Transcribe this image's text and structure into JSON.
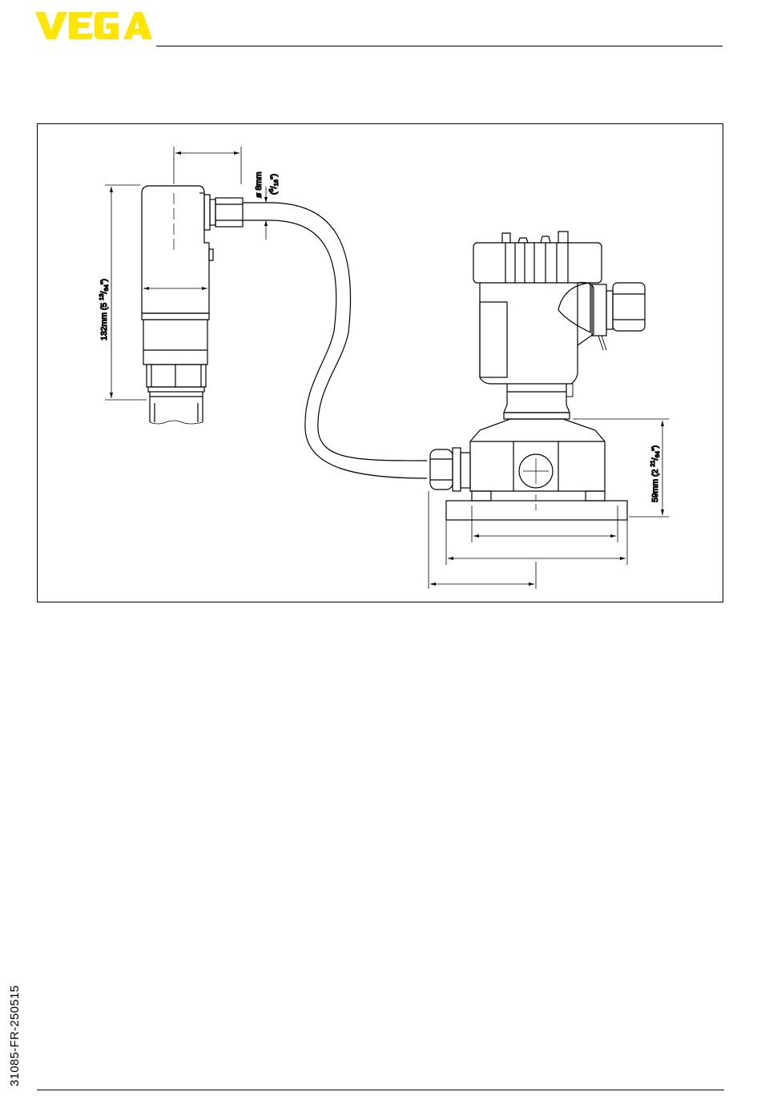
{
  "header": {
    "logo_text": "VEGA",
    "brand_color": "#FFE500"
  },
  "drawing": {
    "dim_height_sensor": "132mm (5 13/64\")",
    "dim_height_sensor_main": "132mm (5 ",
    "dim_height_sensor_sup": "13",
    "dim_height_sensor_sub": "64",
    "dim_height_sensor_tail": "\")",
    "dim_cable_diameter": "ø 8mm",
    "dim_cable_diameter_inch": "(5/16\")",
    "dim_cable_inch_open": "(",
    "dim_cable_inch_sup": "5",
    "dim_cable_inch_sub": "16",
    "dim_cable_inch_close": "\")",
    "dim_height_housing": "59mm (2 21/64\")",
    "dim_height_housing_main": "59mm (2 ",
    "dim_height_housing_sup": "21",
    "dim_height_housing_sub": "64",
    "dim_height_housing_tail": "\")"
  },
  "footer": {
    "doc_id": "31085-FR-250515"
  }
}
